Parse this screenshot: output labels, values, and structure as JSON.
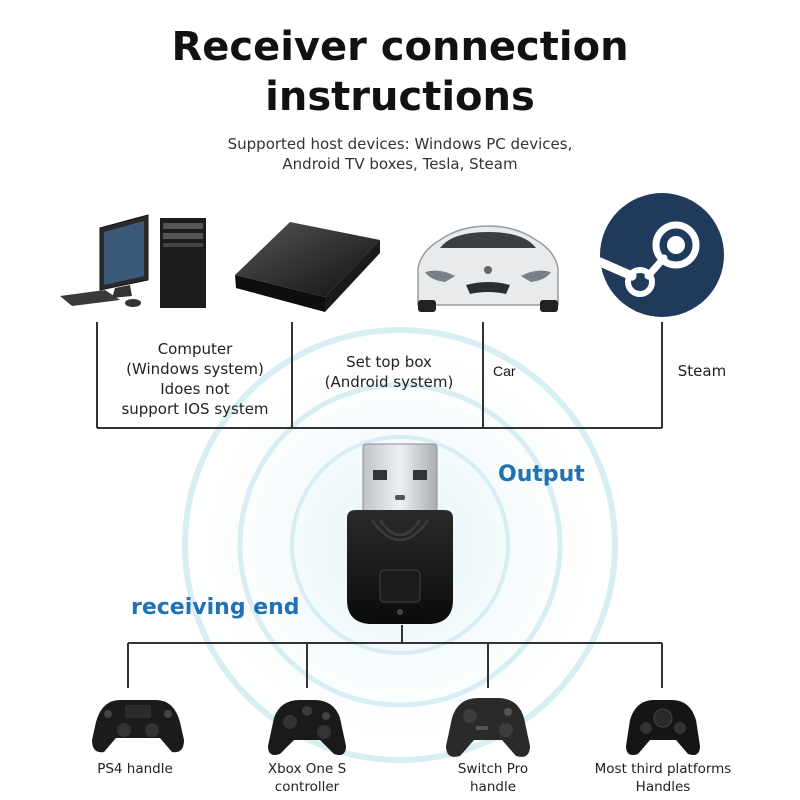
{
  "header": {
    "title_line1": "Receiver connection",
    "title_line2": "instructions",
    "subtitle_line1": "Supported host devices: Windows PC devices,",
    "subtitle_line2": "Android TV boxes, Tesla, Steam"
  },
  "hosts": [
    {
      "icon": "desktop-computer-icon",
      "lines": [
        "Computer",
        "(Windows system)",
        "Idoes not",
        "support IOS system"
      ]
    },
    {
      "icon": "set-top-box-icon",
      "lines": [
        "Set top box",
        "(Android system)"
      ]
    },
    {
      "icon": "tesla-car-icon",
      "lines": [
        "Car"
      ]
    },
    {
      "icon": "steam-logo-icon",
      "lines": [
        "Steam"
      ]
    }
  ],
  "receiver": {
    "output_label": "Output",
    "receiving_label": "receiving end",
    "accent_color": "#1f72b4"
  },
  "controllers": [
    {
      "icon": "ps4-controller-icon",
      "lines": [
        "PS4 handle"
      ]
    },
    {
      "icon": "xbox-controller-icon",
      "lines": [
        "Xbox One S",
        "controller"
      ]
    },
    {
      "icon": "switch-pro-controller-icon",
      "lines": [
        "Switch Pro",
        "handle"
      ]
    },
    {
      "icon": "third-party-controller-icon",
      "lines": [
        "Most third platforms",
        "Handles"
      ]
    }
  ]
}
